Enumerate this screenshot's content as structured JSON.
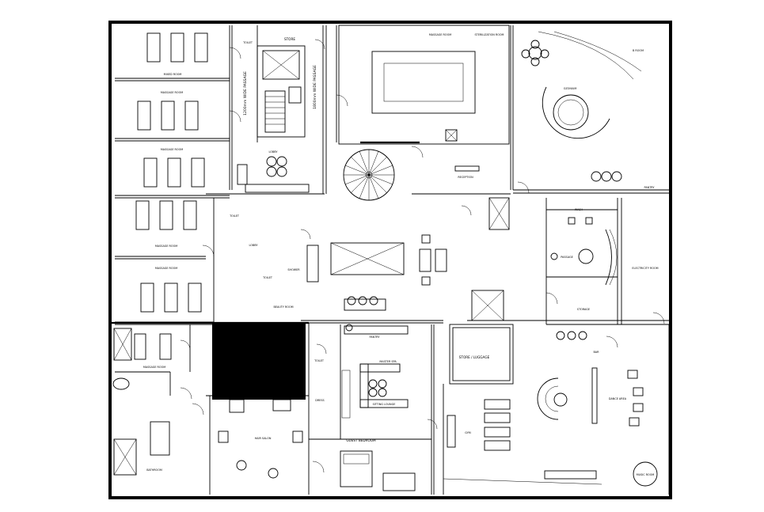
{
  "rooms": {
    "toilet_top": "TOILET",
    "store": "STORE",
    "massage_room_top": "MASSAGE ROOM",
    "sterilization_room": "STERILIZATION ROOM",
    "room_b": "B ROOM",
    "mixed_room": "MIXED ROOM",
    "massage_room_1": "MASSAGE ROOM",
    "massage_room_2": "MASSAGE ROOM",
    "massage_room_3": "MASSAGE ROOM",
    "massage_room_4": "MASSAGE ROOM",
    "wide_passage_1": "1200mm WIDE PASSAGE",
    "wide_passage_2": "1800mm WIDE PASSAGE",
    "lobby_1": "LOBBY",
    "reception": "RECEPTION",
    "ozonium": "OZONIUM",
    "pantry_right": "PANTRY",
    "toilet_mid": "TOILET",
    "lobby_2": "LOBBY",
    "toilet_shower": "TOILET",
    "shower": "SHOWER",
    "wash": "WASH",
    "passage": "PASSAGE",
    "electricity_room": "ELECTRICITY ROOM",
    "storage": "STORAGE",
    "beauty_room": "BEAUTY ROOM",
    "massage_room_5": "MASSAGE ROOM",
    "bar_pantry": "PANTRY",
    "toilet_low": "TOILET",
    "master_spa": "MASTER SPA",
    "store_luggage": "STORE / LUGGAGE",
    "dress": "DRESS",
    "sitting_lounge": "SITTING LOUNGE",
    "bar": "BAR",
    "hair_salon": "HAIR SALON",
    "gym": "GYM",
    "guest_bedroom": "GUEST BEDROOM",
    "dance_area": "DANCE AREA",
    "music_room": "MUSIC ROOM",
    "bathroom": "BATHROOM"
  }
}
